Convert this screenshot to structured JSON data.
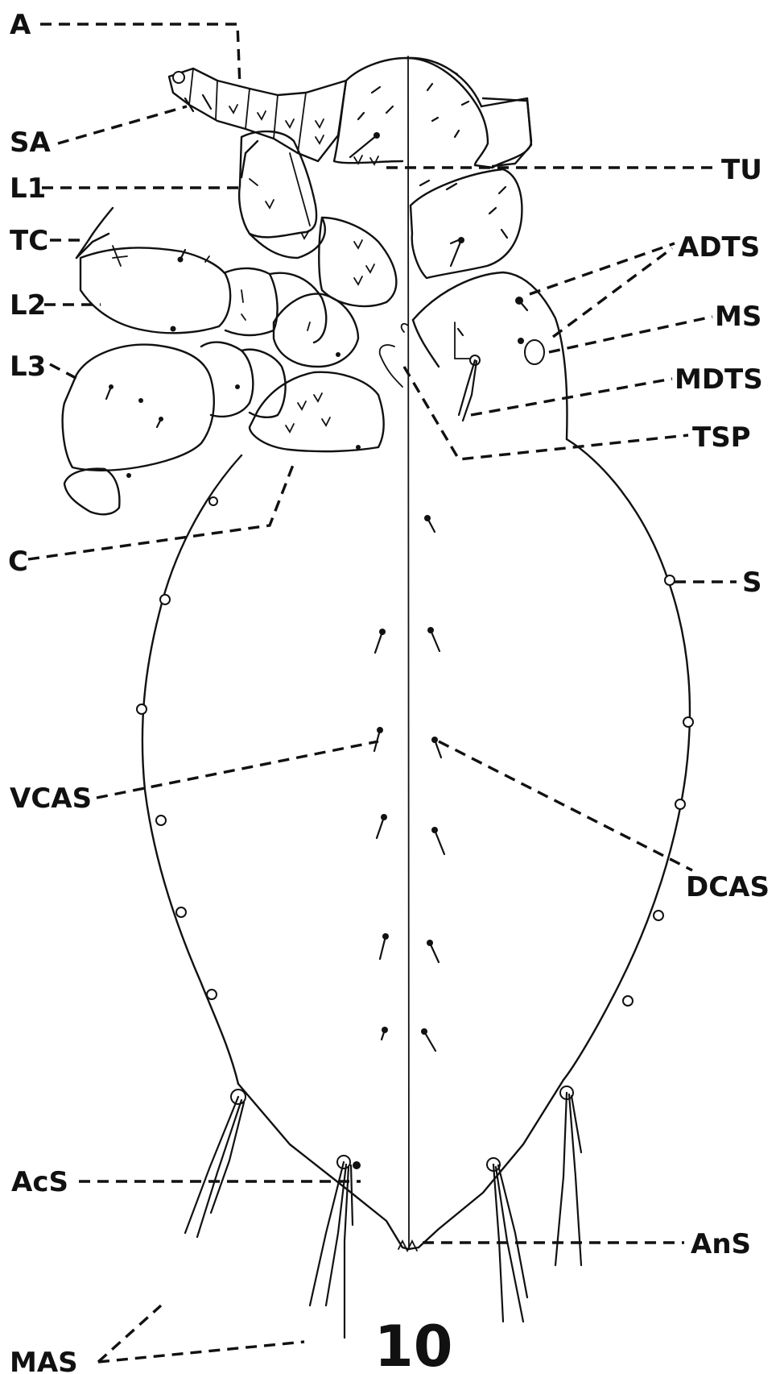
{
  "figure": {
    "number": "10",
    "labels": {
      "A": "A",
      "SA": "SA",
      "L1": "L1",
      "TC": "TC",
      "L2": "L2",
      "L3": "L3",
      "C": "C",
      "VCAS": "VCAS",
      "AcS": "AcS",
      "MAS": "MAS",
      "TU": "TU",
      "ADTS": "ADTS",
      "MS": "MS",
      "MDTS": "MDTS",
      "TSP": "TSP",
      "S": "S",
      "DCAS": "DCAS",
      "AnS": "AnS"
    }
  }
}
